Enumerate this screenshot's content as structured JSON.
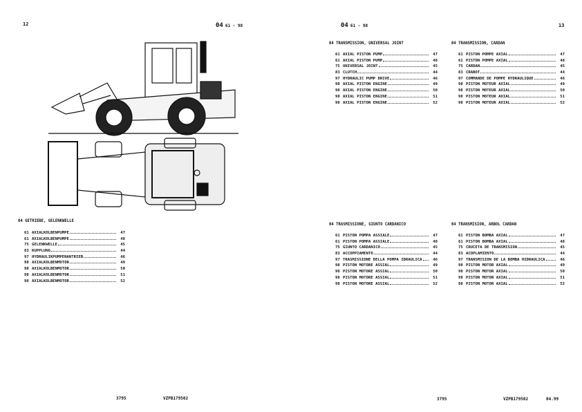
{
  "left_page": {
    "page_number": "12",
    "section": {
      "code": "04",
      "range": "61 - 98"
    },
    "list": {
      "heading": "04 GETRIEBE, GELENKWELLE",
      "items": [
        {
          "code": "61",
          "label": "AXIALKOLBENPUMPE",
          "page": "47"
        },
        {
          "code": "61",
          "label": "AXIALKOLBENPUMPE",
          "page": "48"
        },
        {
          "code": "75",
          "label": "GELENKWELLE",
          "page": "45"
        },
        {
          "code": "83",
          "label": "KUPPLUNG",
          "page": "44"
        },
        {
          "code": "97",
          "label": "HYDRAULIKPUMPENANTRIEB",
          "page": "46"
        },
        {
          "code": "98",
          "label": "AXIALKOLBENMOTOR",
          "page": "49"
        },
        {
          "code": "98",
          "label": "AXIALKOLBENMOTOR",
          "page": "50"
        },
        {
          "code": "98",
          "label": "AXIALKOLBENMOTOR",
          "page": "51"
        },
        {
          "code": "98",
          "label": "AXIALKOLBENMOTOR",
          "page": "52"
        }
      ]
    },
    "footer": {
      "doc_no": "3795",
      "ref": "VZPB179502"
    }
  },
  "right_page": {
    "page_number": "13",
    "section": {
      "code": "04",
      "range": "61 - 98"
    },
    "lists": [
      {
        "heading": "04 TRANSMISSION, UNIVERSAL JOINT",
        "items": [
          {
            "code": "61",
            "label": "AXIAL PISTON PUMP",
            "page": "47"
          },
          {
            "code": "61",
            "label": "AXIAL PISTON PUMP",
            "page": "48"
          },
          {
            "code": "75",
            "label": "UNIVERSAL JOINT",
            "page": "45"
          },
          {
            "code": "83",
            "label": "CLUTCH",
            "page": "44"
          },
          {
            "code": "97",
            "label": "HYDRAULIC PUMP DRIVE",
            "page": "46"
          },
          {
            "code": "98",
            "label": "AXIAL PISTON ENGINE",
            "page": "49"
          },
          {
            "code": "98",
            "label": "AXIAL PISTON ENGINE",
            "page": "50"
          },
          {
            "code": "98",
            "label": "AXIAL PISTON ENGINE",
            "page": "51"
          },
          {
            "code": "98",
            "label": "AXIAL PISTON ENGINE",
            "page": "52"
          }
        ]
      },
      {
        "heading": "04 TRANSMISSION, CARDAN",
        "items": [
          {
            "code": "61",
            "label": "PISTON POMPE AXIAL",
            "page": "47"
          },
          {
            "code": "61",
            "label": "PISTON POMPE AXIAL",
            "page": "48"
          },
          {
            "code": "75",
            "label": "CARDAN",
            "page": "45"
          },
          {
            "code": "83",
            "label": "CRABOT",
            "page": "44"
          },
          {
            "code": "97",
            "label": "COMMANDE DE POMPE HYDRAULIQUE",
            "page": "46"
          },
          {
            "code": "98",
            "label": "PISTON MOTEUR AXIAL",
            "page": "49"
          },
          {
            "code": "98",
            "label": "PISTON MOTEUR AXIAL",
            "page": "50"
          },
          {
            "code": "98",
            "label": "PISTON MOTEUR AXIAL",
            "page": "51"
          },
          {
            "code": "98",
            "label": "PISTON MOTEUR AXIAL",
            "page": "52"
          }
        ]
      },
      {
        "heading": "04 TRASMISSIONE, GIUNTO CARDANICO",
        "items": [
          {
            "code": "61",
            "label": "PISTON POMPA ASSIALE",
            "page": "47"
          },
          {
            "code": "61",
            "label": "PISTON POMPA ASSIALE",
            "page": "48"
          },
          {
            "code": "75",
            "label": "GIUNTO CARDANICO",
            "page": "45"
          },
          {
            "code": "83",
            "label": "ACCOPPIAMENTO",
            "page": "44"
          },
          {
            "code": "97",
            "label": "TRASMISSIONE DELLA POMPA IDRAULICA",
            "page": "46"
          },
          {
            "code": "98",
            "label": "PISTON MOTORE ASSIAL",
            "page": "49"
          },
          {
            "code": "98",
            "label": "PISTON MOTORE ASSIAL",
            "page": "50"
          },
          {
            "code": "98",
            "label": "PISTON MOTORE ASSIAL",
            "page": "51"
          },
          {
            "code": "98",
            "label": "PISTON MOTORE ASSIAL",
            "page": "52"
          }
        ]
      },
      {
        "heading": "04 TRANSMISION, ARBOL CARDAN",
        "items": [
          {
            "code": "61",
            "label": "PISTON BOMBA AXIAL",
            "page": "47"
          },
          {
            "code": "61",
            "label": "PISTON BOMBA AXIAL",
            "page": "48"
          },
          {
            "code": "75",
            "label": "CRUCETA DE TRANSMISION",
            "page": "45"
          },
          {
            "code": "83",
            "label": "ACOPLAMIENTO",
            "page": "44"
          },
          {
            "code": "97",
            "label": "TRANSMISION DE LA BOMBA HIDRAULICA",
            "page": "46"
          },
          {
            "code": "98",
            "label": "PISTON MOTOR AXIAL",
            "page": "49"
          },
          {
            "code": "98",
            "label": "PISTON MOTOR AXIAL",
            "page": "50"
          },
          {
            "code": "98",
            "label": "PISTON MOTOR AXIAL",
            "page": "51"
          },
          {
            "code": "98",
            "label": "PISTON MOTOR AXIAL",
            "page": "52"
          }
        ]
      }
    ],
    "footer": {
      "doc_no": "3795",
      "ref": "VZPB179502",
      "date": "04.99"
    }
  }
}
